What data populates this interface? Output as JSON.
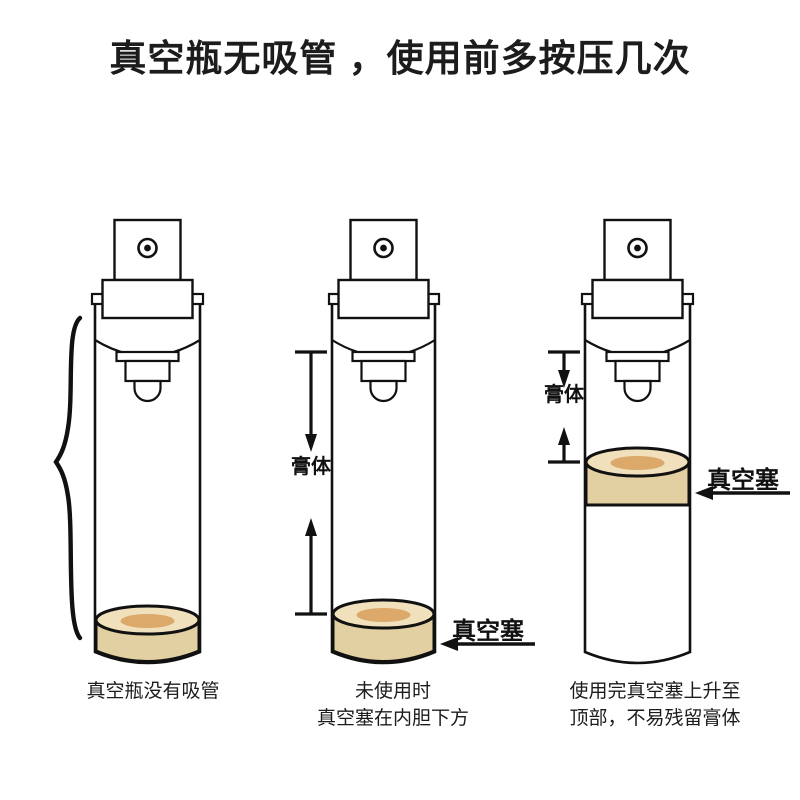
{
  "page": {
    "title": "真空瓶无吸管 ，使用前多按压几次",
    "background_color": "#ffffff",
    "ink_color": "#1a1a1a"
  },
  "colors": {
    "outline": "#111111",
    "plug_body": "#e2cfa2",
    "plug_top": "#f0e0bb",
    "plug_inner": "#dca96a",
    "bottle_fill": "#ffffff",
    "text": "#1c1c1c"
  },
  "diagram": {
    "figures": [
      {
        "id": "figure-1",
        "caption": "真空瓶没有吸管",
        "plug_position": "bottom",
        "has_brace": true,
        "brace_name": "no-straw-brace",
        "dimension": null,
        "plug_callout": null
      },
      {
        "id": "figure-2",
        "caption": "未使用时\n真空塞在内胆下方",
        "plug_position": "bottom",
        "has_brace": false,
        "dimension": {
          "label": "膏体",
          "side": "left",
          "arrows": "both"
        },
        "plug_callout": {
          "label": "真空塞",
          "arrow_direction": "left"
        }
      },
      {
        "id": "figure-3",
        "caption": "使用完真空塞上升至\n顶部，不易残留膏体",
        "plug_position": "top",
        "has_brace": false,
        "dimension": {
          "label": "膏体",
          "side": "left",
          "arrows": "both"
        },
        "plug_callout": {
          "label": "真空塞",
          "arrow_direction": "left"
        }
      }
    ],
    "icons": {
      "pump_button": "pump-button-icon",
      "nozzle": "dispensing-nozzle-icon",
      "plug": "vacuum-plug-icon",
      "brace": "curly-brace-icon",
      "arrow": "arrow-icon"
    }
  }
}
